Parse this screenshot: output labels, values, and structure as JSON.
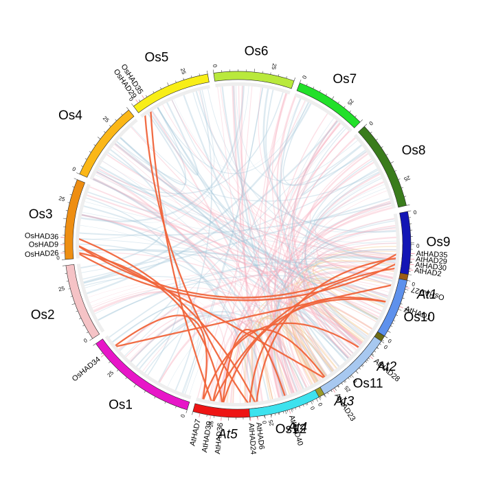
{
  "colors": {
    "background": "#ffffff",
    "ring_track": "#eeeeee",
    "highlight_link": "#f0643a",
    "bg_link_at": "#f4c27a",
    "bg_link_os": "#9fc3d8",
    "bg_link_cross": "#f7a7b8"
  },
  "chromosomes": [
    {
      "name": "At1",
      "italic": true,
      "color": "#9c5d14",
      "ticks": [
        "0",
        "25"
      ]
    },
    {
      "name": "At2",
      "italic": true,
      "color": "#6b6b16",
      "ticks": [
        "0"
      ]
    },
    {
      "name": "At3",
      "italic": true,
      "color": "#9b9b2a",
      "ticks": [
        "0"
      ]
    },
    {
      "name": "At4",
      "italic": true,
      "color": "#b0141c",
      "ticks": [
        "0"
      ]
    },
    {
      "name": "At5",
      "italic": true,
      "color": "#ee1515",
      "ticks": [
        "0",
        "25"
      ]
    },
    {
      "name": "Os1",
      "italic": false,
      "color": "#e716c8",
      "ticks": [
        "0",
        "25"
      ]
    },
    {
      "name": "Os2",
      "italic": false,
      "color": "#f5c3c6",
      "ticks": [
        "0",
        "25"
      ]
    },
    {
      "name": "Os3",
      "italic": false,
      "color": "#ee8e12",
      "ticks": [
        "0",
        "25"
      ]
    },
    {
      "name": "Os4",
      "italic": false,
      "color": "#fbb717",
      "ticks": [
        "0",
        "25"
      ]
    },
    {
      "name": "Os5",
      "italic": false,
      "color": "#f8ee17",
      "ticks": [
        "0",
        "25"
      ]
    },
    {
      "name": "Os6",
      "italic": false,
      "color": "#b9e93c",
      "ticks": [
        "0",
        "25"
      ]
    },
    {
      "name": "Os7",
      "italic": false,
      "color": "#22e02a",
      "ticks": [
        "0",
        "25"
      ]
    },
    {
      "name": "Os8",
      "italic": false,
      "color": "#3a7c1c",
      "ticks": [
        "0",
        "25"
      ]
    },
    {
      "name": "Os9",
      "italic": false,
      "color": "#1316b5",
      "ticks": [
        "0"
      ]
    },
    {
      "name": "Os10",
      "italic": false,
      "color": "#5e91ec",
      "ticks": [
        "0"
      ]
    },
    {
      "name": "Os11",
      "italic": false,
      "color": "#a7c8f0",
      "ticks": [
        "0",
        "25"
      ]
    },
    {
      "name": "Os12",
      "italic": false,
      "color": "#3de2ee",
      "ticks": [
        "0",
        "25"
      ]
    }
  ],
  "genes": [
    {
      "id": "AtHAD35",
      "chrom": "At1"
    },
    {
      "id": "AtHAD29",
      "chrom": "At1"
    },
    {
      "id": "AtHAD30",
      "chrom": "At1"
    },
    {
      "id": "AtHAD2",
      "chrom": "At1"
    },
    {
      "id": "AtHAD1",
      "chrom": "At1"
    },
    {
      "id": "AtHAD28",
      "chrom": "At2"
    },
    {
      "id": "AtHAD23",
      "chrom": "At3"
    },
    {
      "id": "AtHAD40",
      "chrom": "At4"
    },
    {
      "id": "AtHAD6",
      "chrom": "At5"
    },
    {
      "id": "AtHAD24",
      "chrom": "At5"
    },
    {
      "id": "AtHAD36",
      "chrom": "At5"
    },
    {
      "id": "AtHAD39",
      "chrom": "At5"
    },
    {
      "id": "AtHAD7",
      "chrom": "At5"
    },
    {
      "id": "OsHAD34",
      "chrom": "Os1"
    },
    {
      "id": "OsHAD26",
      "chrom": "Os3"
    },
    {
      "id": "OsHAD9",
      "chrom": "Os3"
    },
    {
      "id": "OsHAD36",
      "chrom": "Os3"
    },
    {
      "id": "OsHAD29",
      "chrom": "Os5"
    },
    {
      "id": "OsHAD35",
      "chrom": "Os5"
    },
    {
      "id": "OsHAD27",
      "chrom": "Os10"
    }
  ],
  "links": [
    [
      "AtHAD1",
      "AtHAD36"
    ],
    [
      "AtHAD1",
      "AtHAD24"
    ],
    [
      "AtHAD29",
      "AtHAD6"
    ],
    [
      "AtHAD30",
      "OsHAD26"
    ],
    [
      "AtHAD2",
      "AtHAD39"
    ],
    [
      "AtHAD35",
      "OsHAD9"
    ],
    [
      "AtHAD28",
      "AtHAD7"
    ],
    [
      "AtHAD23",
      "AtHAD39"
    ],
    [
      "AtHAD40",
      "AtHAD36"
    ],
    [
      "AtHAD24",
      "OsHAD29"
    ],
    [
      "AtHAD6",
      "OsHAD36"
    ],
    [
      "AtHAD36",
      "OsHAD26"
    ],
    [
      "AtHAD39",
      "OsHAD35"
    ],
    [
      "AtHAD7",
      "OsHAD34"
    ],
    [
      "OsHAD27",
      "OsHAD34"
    ],
    [
      "AtHAD23",
      "OsHAD9"
    ]
  ]
}
